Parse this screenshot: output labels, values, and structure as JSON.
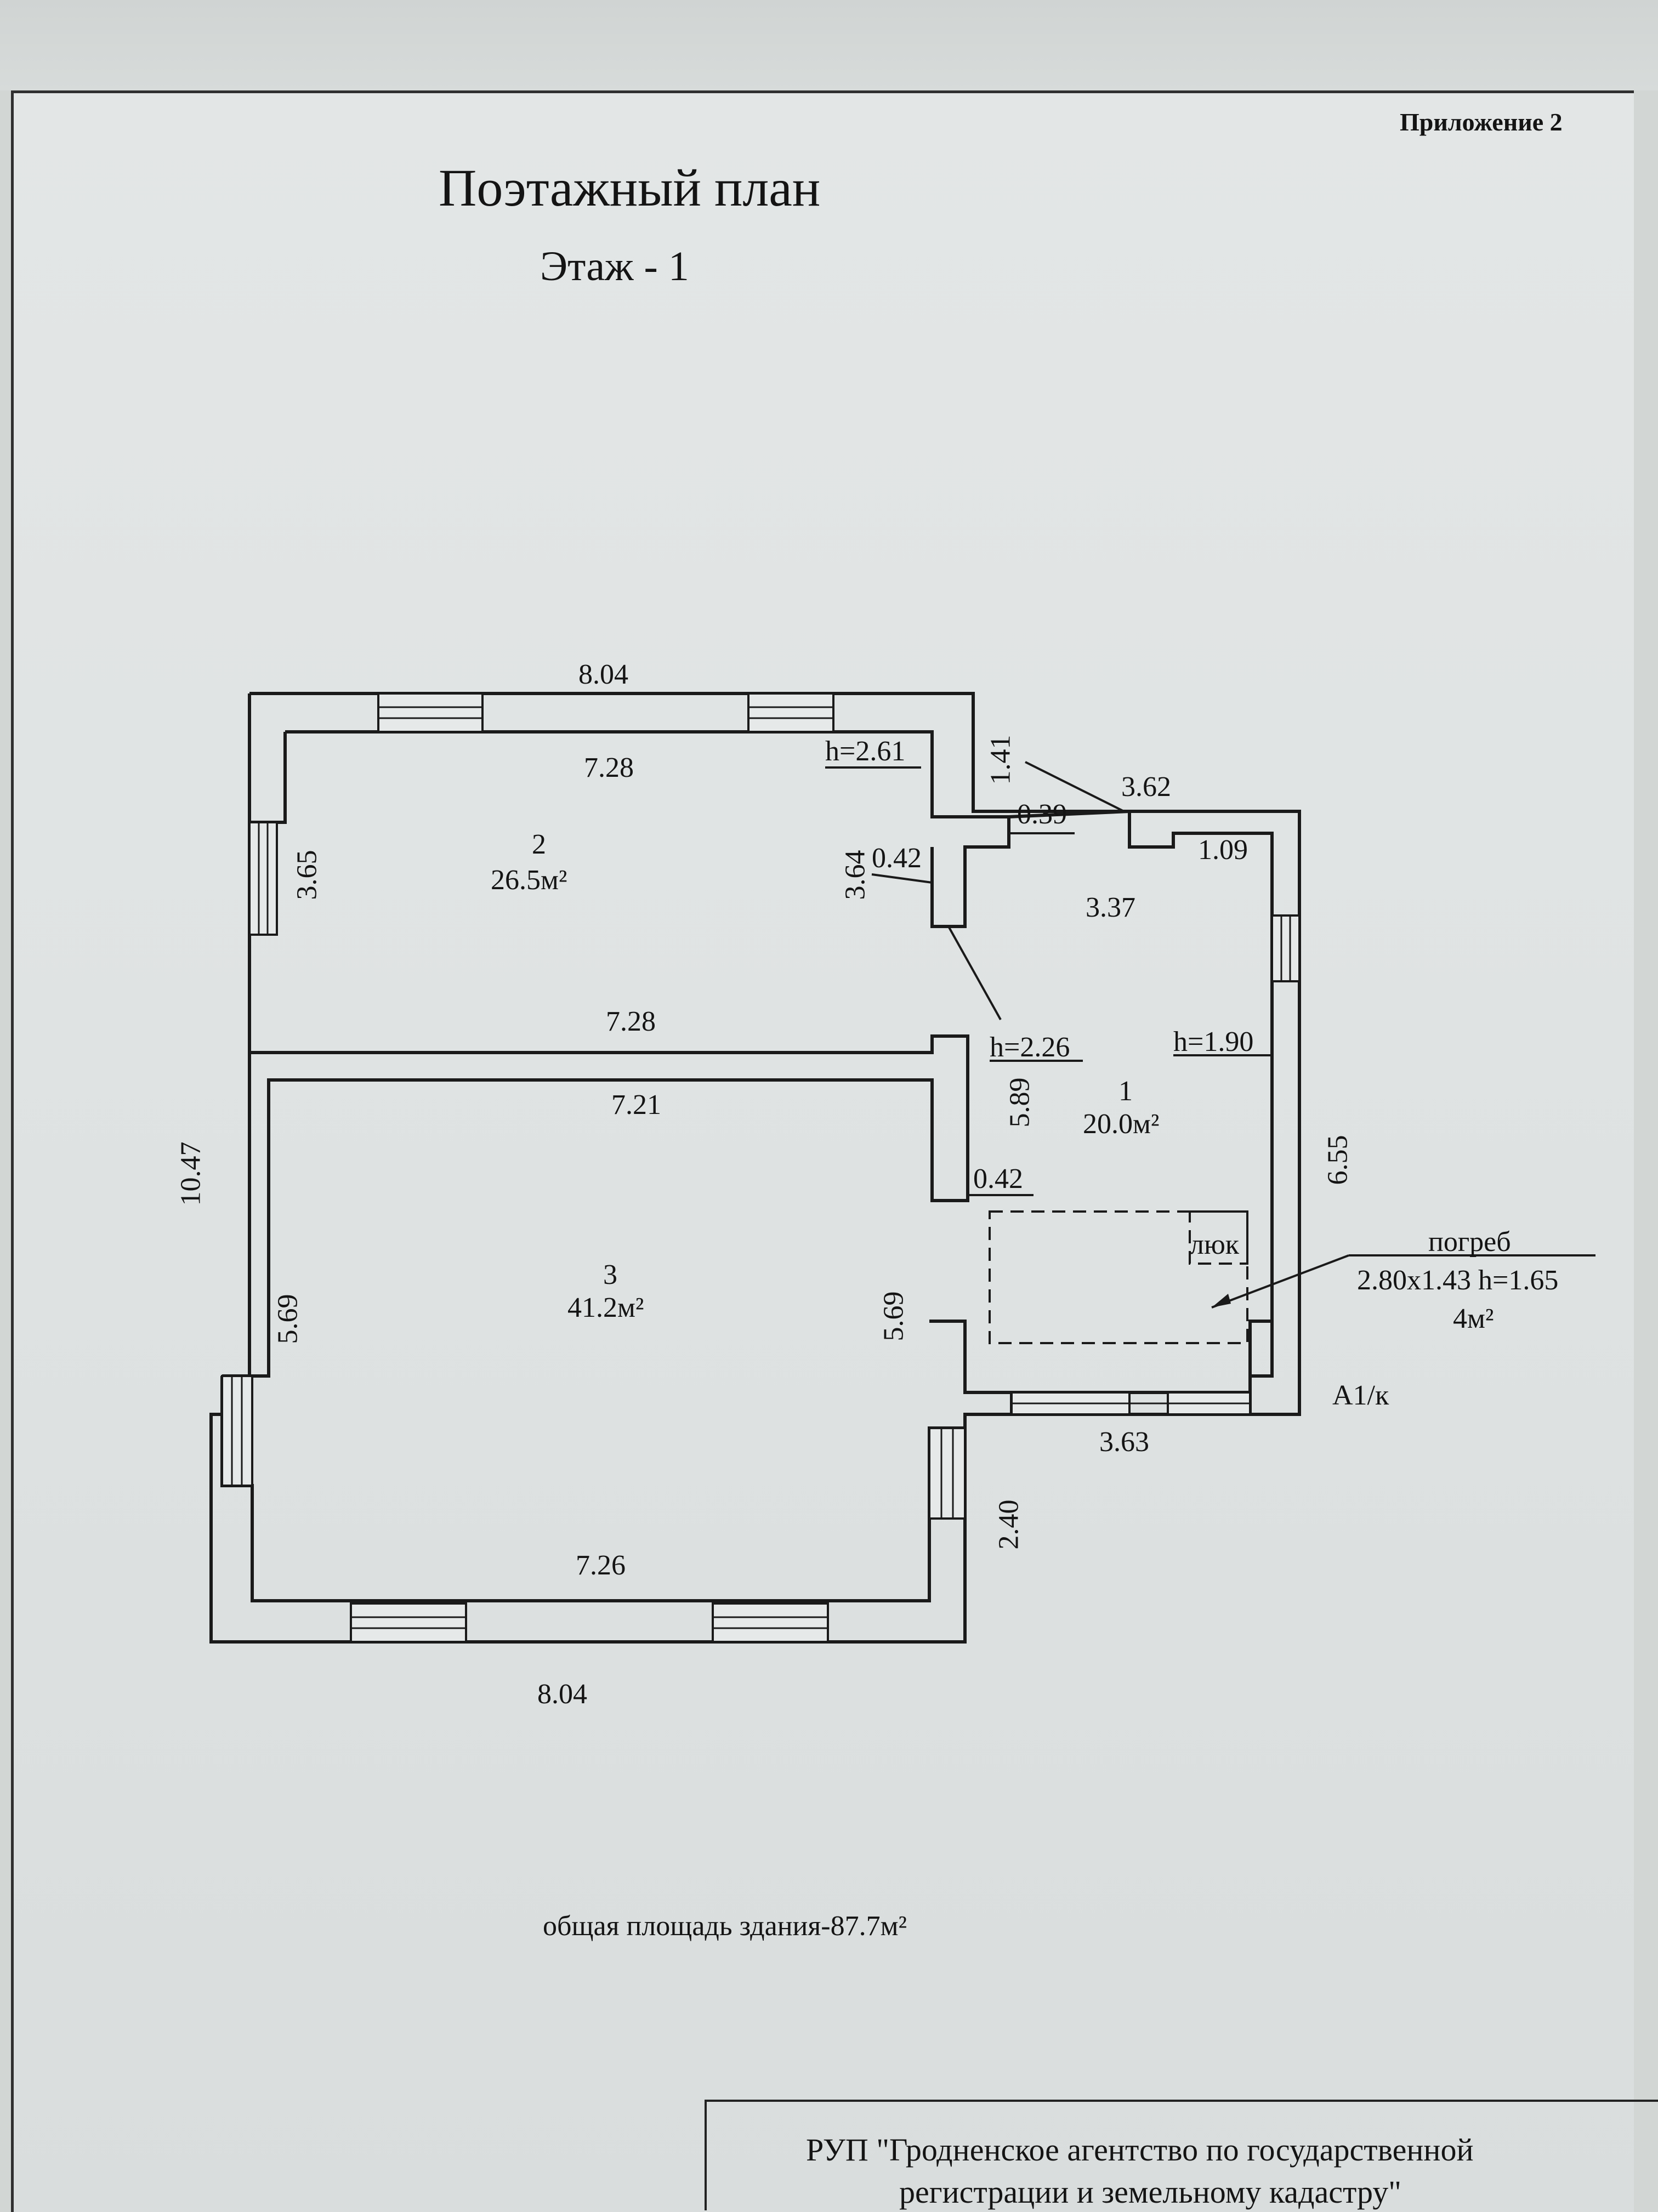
{
  "header": {
    "appendix": "Приложение 2",
    "title": "Поэтажный план",
    "floor": "Этаж - 1"
  },
  "rooms": [
    {
      "number": "2",
      "area": "26.5м²"
    },
    {
      "number": "1",
      "area": "20.0м²"
    },
    {
      "number": "3",
      "area": "41.2м²"
    }
  ],
  "dimensions": {
    "top_outer": "8.04",
    "room2_top": "7.28",
    "room2_height": "h=2.61",
    "d_141": "1.41",
    "d_362": "3.62",
    "d_039": "0.39",
    "d_109": "1.09",
    "d_365": "3.65",
    "d_364": "3.64",
    "d_042a": "0.42",
    "d_337": "3.37",
    "room2_bottom": "7.28",
    "h_226": "h=2.26",
    "h_190": "h=1.90",
    "d_721": "7.21",
    "d_589": "5.89",
    "d_655": "6.55",
    "d_1047": "10.47",
    "d_042b": "0.42",
    "d_569_left": "5.69",
    "d_569_right": "5.69",
    "d_363": "3.63",
    "d_240": "2.40",
    "d_726": "7.26",
    "bottom_outer": "8.04"
  },
  "cellar": {
    "hatch_label": "люк",
    "label": "погреб",
    "size": "2.80x1.43 h=1.65",
    "area": "4м²"
  },
  "entrance_label": "А1/к",
  "footer": {
    "total_area": "общая площадь  здания-87.7м²",
    "org_line1": "РУП \"Гродненское агентство по государственной",
    "org_line2": "регистрации  и земельному кадастру\""
  }
}
